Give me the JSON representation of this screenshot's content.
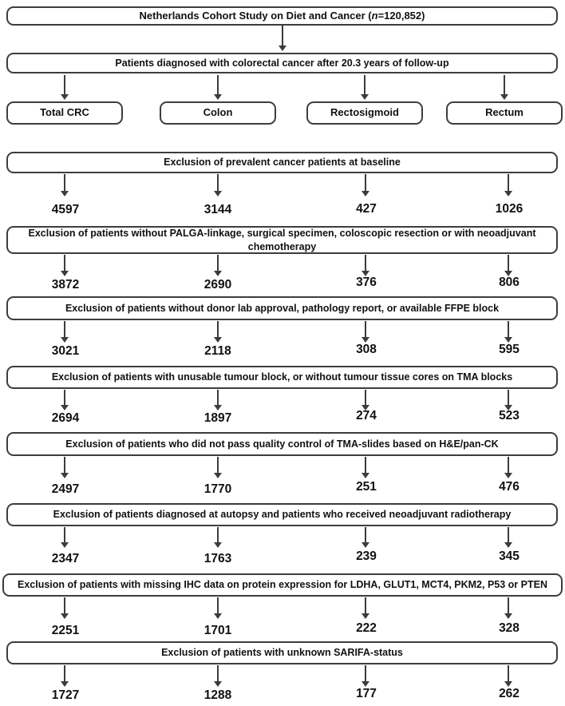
{
  "diagram": {
    "title": {
      "prefix": "Netherlands Cohort Study on Diet and Cancer (",
      "italic_n": "n",
      "suffix": "=120,852)"
    },
    "followup_label": "Patients diagnosed with colorectal cancer after 20.3 years of follow-up",
    "columns": [
      "Total CRC",
      "Colon",
      "Rectosigmoid",
      "Rectum"
    ],
    "steps": [
      {
        "label": "Exclusion of prevalent cancer patients at baseline",
        "counts": [
          "4597",
          "3144",
          "427",
          "1026"
        ]
      },
      {
        "label": "Exclusion of patients without PALGA-linkage, surgical specimen, coloscopic resection or with neoadjuvant chemotherapy",
        "counts": [
          "3872",
          "2690",
          "376",
          "806"
        ]
      },
      {
        "label": "Exclusion of patients without donor lab approval, pathology report, or available FFPE block",
        "counts": [
          "3021",
          "2118",
          "308",
          "595"
        ]
      },
      {
        "label": "Exclusion of patients with unusable tumour block, or without tumour tissue cores on TMA blocks",
        "counts": [
          "2694",
          "1897",
          "274",
          "523"
        ]
      },
      {
        "label": "Exclusion of patients who did not pass quality control of TMA-slides based on H&E/pan-CK",
        "counts": [
          "2497",
          "1770",
          "251",
          "476"
        ]
      },
      {
        "label": "Exclusion of patients diagnosed at autopsy and patients who received neoadjuvant radiotherapy",
        "counts": [
          "2347",
          "1763",
          "239",
          "345"
        ]
      },
      {
        "label": "Exclusion of patients with missing IHC data on protein expression for LDHA, GLUT1, MCT4, PKM2, P53 or PTEN",
        "counts": [
          "2251",
          "1701",
          "222",
          "328"
        ]
      },
      {
        "label": "Exclusion of patients with unknown SARIFA-status",
        "counts": [
          "1727",
          "1288",
          "177",
          "262"
        ]
      }
    ],
    "colors": {
      "border": "#3d3d3d",
      "line": "#3c3c3c",
      "text": "#111111",
      "background": "#ffffff"
    }
  }
}
